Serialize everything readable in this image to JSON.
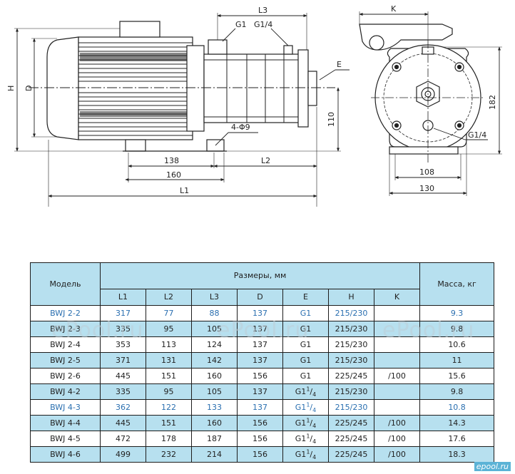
{
  "drawing": {
    "labels": {
      "L3": "L3",
      "G1": "G1",
      "G14_top": "G1/4",
      "E": "E",
      "H": "H",
      "D": "D",
      "d110": "110",
      "fourPhi9": "4-Φ9",
      "d138": "138",
      "d160": "160",
      "L2": "L2",
      "L1": "L1",
      "K": "K",
      "d182": "182",
      "G14_side": "G1/4",
      "d108": "108",
      "d130": "130"
    }
  },
  "table": {
    "header": {
      "model": "Модель",
      "sizes": "Размеры, мм",
      "mass": "Масса, кг"
    },
    "columns": [
      "L1",
      "L2",
      "L3",
      "D",
      "E",
      "H",
      "K"
    ],
    "rows": [
      {
        "model": "BWJ 2-2",
        "L1": "317",
        "L2": "77",
        "L3": "88",
        "D": "137",
        "E": "G1",
        "E_sup": "",
        "H": "215/230",
        "K": "",
        "mass": "9.3",
        "style": "white blue"
      },
      {
        "model": "BWJ 2-3",
        "L1": "335",
        "L2": "95",
        "L3": "105",
        "D": "137",
        "E": "G1",
        "E_sup": "",
        "H": "215/230",
        "K": "",
        "mass": "9.8",
        "style": "shade"
      },
      {
        "model": "BWJ 2-4",
        "L1": "353",
        "L2": "113",
        "L3": "124",
        "D": "137",
        "E": "G1",
        "E_sup": "",
        "H": "215/230",
        "K": "",
        "mass": "10.6",
        "style": "white"
      },
      {
        "model": "BWJ 2-5",
        "L1": "371",
        "L2": "131",
        "L3": "142",
        "D": "137",
        "E": "G1",
        "E_sup": "",
        "H": "215/230",
        "K": "",
        "mass": "11",
        "style": "shade"
      },
      {
        "model": "BWJ 2-6",
        "L1": "445",
        "L2": "151",
        "L3": "160",
        "D": "156",
        "E": "G1",
        "E_sup": "",
        "H": "225/245",
        "K": "/100",
        "mass": "15.6",
        "style": "white"
      },
      {
        "model": "BWJ 4-2",
        "L1": "335",
        "L2": "95",
        "L3": "105",
        "D": "137",
        "E": "G1",
        "E_sup": "1",
        "E_sub": "4",
        "H": "215/230",
        "K": "",
        "mass": "9.8",
        "style": "shade"
      },
      {
        "model": "BWJ 4-3",
        "L1": "362",
        "L2": "122",
        "L3": "133",
        "D": "137",
        "E": "G1",
        "E_sup": "1",
        "E_sub": "4",
        "H": "215/230",
        "K": "",
        "mass": "10.8",
        "style": "white blue"
      },
      {
        "model": "BWJ 4-4",
        "L1": "445",
        "L2": "151",
        "L3": "160",
        "D": "156",
        "E": "G1",
        "E_sup": "1",
        "E_sub": "4",
        "H": "225/245",
        "K": "/100",
        "mass": "14.3",
        "style": "shade"
      },
      {
        "model": "BWJ 4-5",
        "L1": "472",
        "L2": "178",
        "L3": "187",
        "D": "156",
        "E": "G1",
        "E_sup": "1",
        "E_sub": "4",
        "H": "225/245",
        "K": "/100",
        "mass": "17.6",
        "style": "white"
      },
      {
        "model": "BWJ 4-6",
        "L1": "499",
        "L2": "232",
        "L3": "214",
        "D": "156",
        "E": "G1",
        "E_sup": "1",
        "E_sub": "4",
        "H": "225/245",
        "K": "/100",
        "mass": "18.3",
        "style": "shade"
      }
    ]
  },
  "watermark": {
    "text": "ePool.ru"
  },
  "logo": {
    "text": "epool.ru"
  },
  "colors": {
    "table_shade": "#b7e0ef",
    "blue_text": "#2a6fb0",
    "line": "#1c1c1c"
  }
}
